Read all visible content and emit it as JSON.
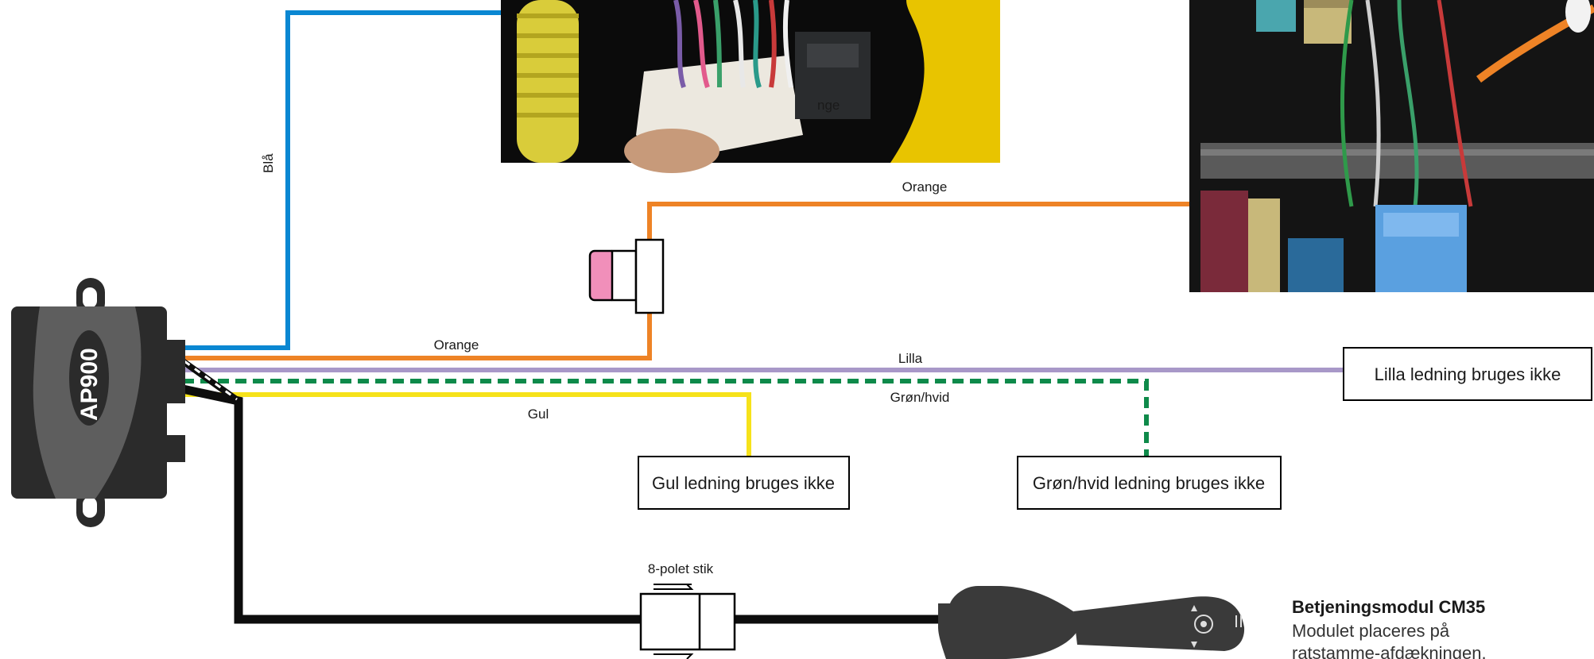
{
  "colors": {
    "blue": "#0a87d2",
    "orange": "#ee8326",
    "lilac": "#a898c8",
    "green_dashed": "#0e8a4a",
    "yellow": "#f6e21a",
    "black": "#0d0d0d",
    "module_body": "#2b2b2b",
    "module_face": "#5e5e5e",
    "fuse_pink": "#f18fba"
  },
  "module": {
    "name": "AP900"
  },
  "wires": {
    "blue_label": "Blå",
    "orange_top_label": "Orange",
    "orange_bottom_label": "Orange",
    "lilac_label": "Lilla",
    "green_label": "Grøn/hvid",
    "yellow_label": "Gul"
  },
  "boxes": {
    "yellow_box": "Gul ledning bruges ikke",
    "green_box": "Grøn/hvid ledning bruges ikke",
    "lilac_box": "Lilla ledning bruges ikke"
  },
  "connector": {
    "label": "8-polet stik"
  },
  "control_module": {
    "title": "Betjeningsmodul CM35",
    "desc_line1": "Modulet placeres på",
    "desc_line2": "ratstamme-afdækningen."
  },
  "photos": {
    "left_overlay_text": "nge",
    "left_desc": "photo-connector-harness",
    "right_desc": "photo-fusebox-wiring"
  },
  "icons": {
    "fuse": "fuse-icon",
    "stalk": "control-stalk-icon",
    "connector": "8-pin-connector-icon"
  }
}
